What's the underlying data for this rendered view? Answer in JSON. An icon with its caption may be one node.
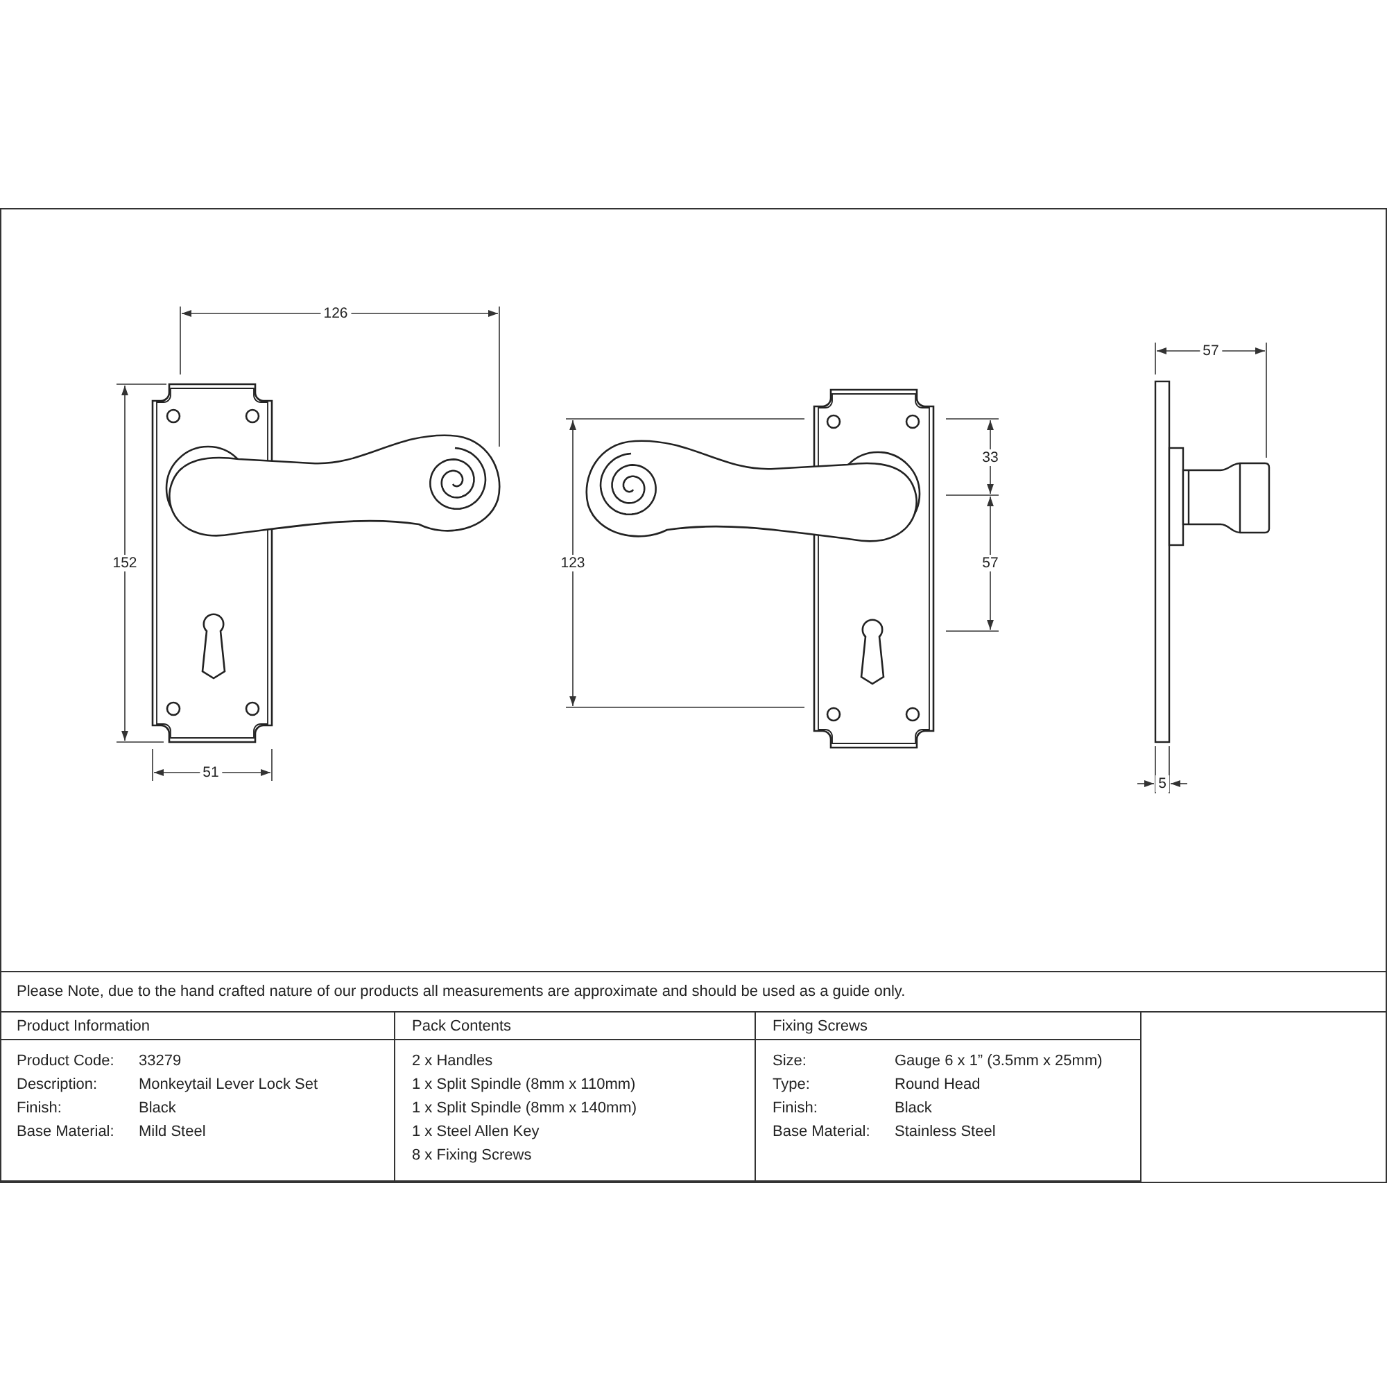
{
  "diagram": {
    "labels": [
      "126",
      "152",
      "51",
      "123",
      "33",
      "57",
      "57",
      "5",
      "Please Note, due to the hand crafted nature of our products all measurements are approximate and should be used as a guide only.",
      "Product Information",
      "Pack Contents",
      "Fixing Screws",
      "Product Code:",
      "33279",
      "2 x Handles",
      "Size:",
      "Gauge 6 x 1” (3.5mm x 25mm)",
      "Description:",
      "Monkeytail Lever Lock Set",
      "1 x Split Spindle (8mm x 110mm)",
      "Type:",
      "Round Head",
      "Finish:",
      "Black",
      "1 x Split Spindle (8mm x 140mm)",
      "Finish:",
      "Black",
      "Base Material:",
      "Mild Steel",
      "1 x Steel Allen Key",
      "Base Material:",
      "Stainless Steel",
      "8 x Fixing Screws"
    ]
  }
}
